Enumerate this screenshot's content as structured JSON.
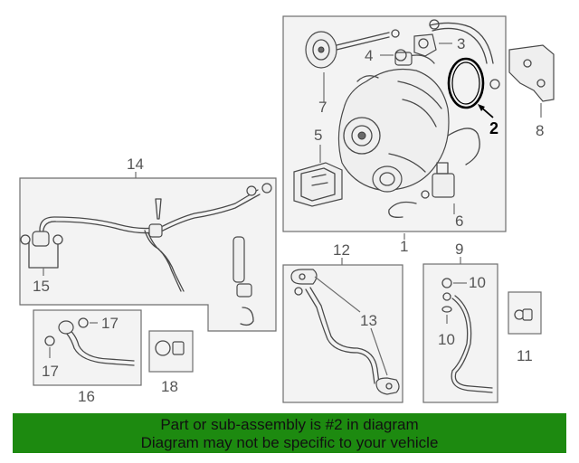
{
  "callouts": {
    "c1": "1",
    "c2": "2",
    "c3": "3",
    "c4": "4",
    "c5": "5",
    "c6": "6",
    "c7": "7",
    "c8": "8",
    "c9": "9",
    "c10a": "10",
    "c10b": "10",
    "c11": "11",
    "c12": "12",
    "c13": "13",
    "c14": "14",
    "c15": "15",
    "c16": "16",
    "c17a": "17",
    "c17b": "17",
    "c18": "18"
  },
  "banner": {
    "line1": "Part or sub-assembly is #2 in diagram",
    "line2": "Diagram may not be specific to your vehicle"
  },
  "colors": {
    "banner_bg": "#1d8a10",
    "highlight_part": "#000000"
  }
}
